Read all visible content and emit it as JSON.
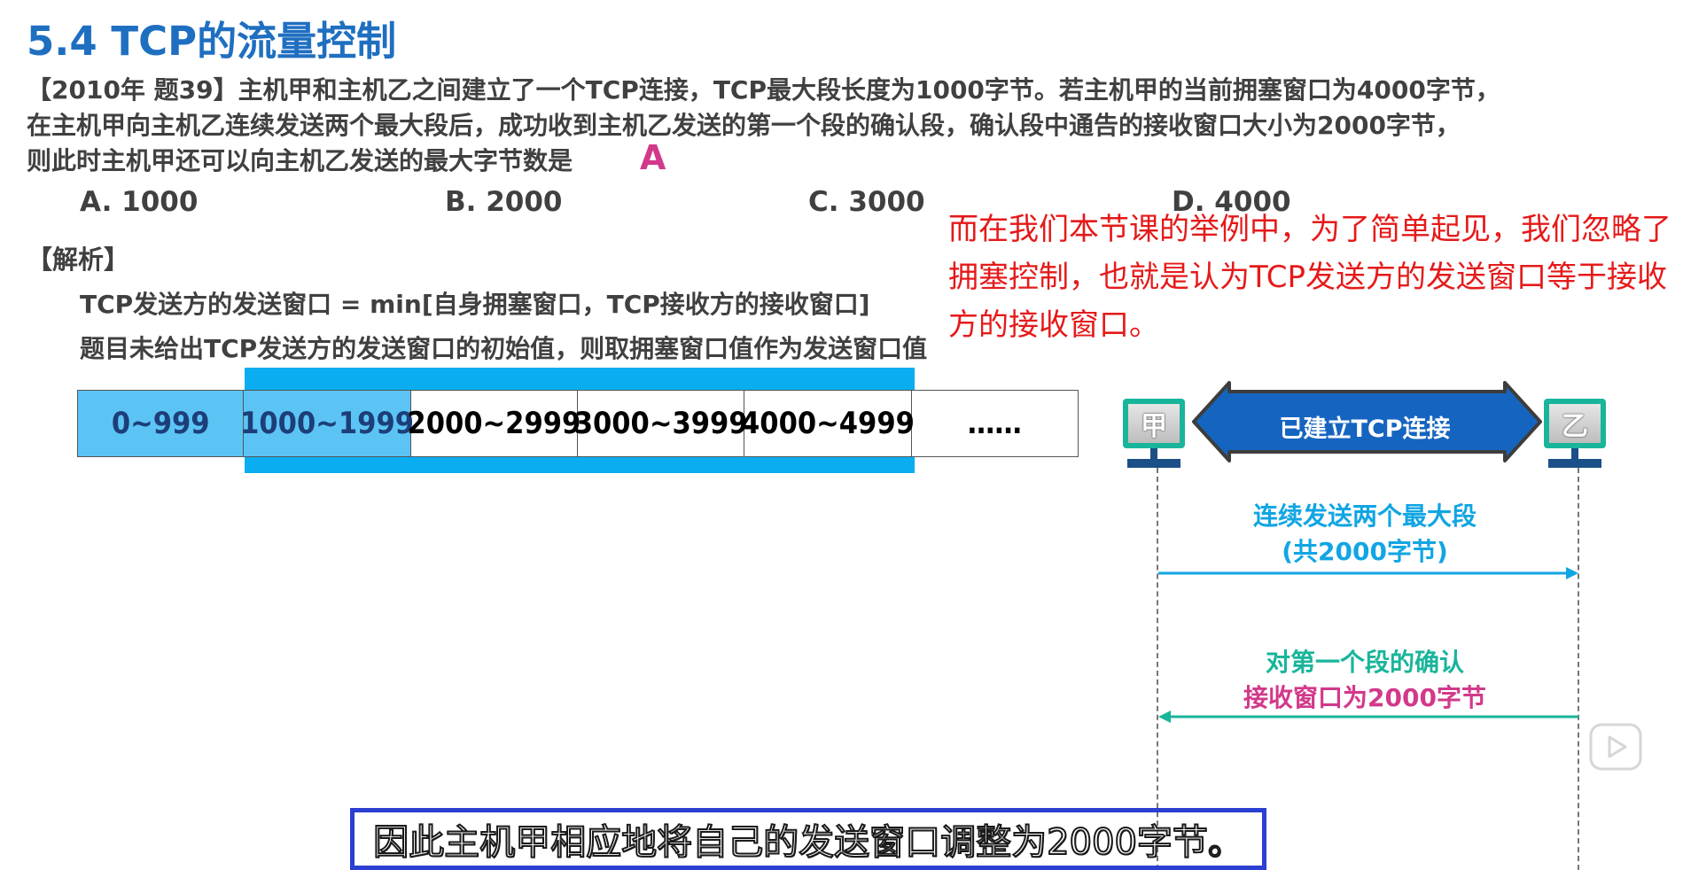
{
  "title": "5.4 TCP的流量控制",
  "question": {
    "line1": "【2010年 题39】主机甲和主机乙之间建立了一个TCP连接，TCP最大段长度为1000字节。若主机甲的当前拥塞窗口为4000字节，",
    "line2": "在主机甲向主机乙连续发送两个最大段后，成功收到主机乙发送的第一个段的确认段，确认段中通告的接收窗口大小为2000字节，",
    "line3": "则此时主机甲还可以向主机乙发送的最大字节数是",
    "answer": "A"
  },
  "options": [
    {
      "label": "A. 1000"
    },
    {
      "label": "B. 2000"
    },
    {
      "label": "C. 3000"
    },
    {
      "label": "D. 4000"
    }
  ],
  "analysis": {
    "heading": "【解析】",
    "line1": "TCP发送方的发送窗口 = min[自身拥塞窗口，TCP接收方的接收窗口]",
    "line2": "题目未给出TCP发送方的发送窗口的初始值，则取拥塞窗口值作为发送窗口值"
  },
  "note": "而在我们本节课的举例中，为了简单起见，我们忽略了拥塞控制，也就是认为TCP发送方的发送窗口等于接收方的接收窗口。",
  "sequence": [
    "0~999",
    "1000~1999",
    "2000~2999",
    "3000~3999",
    "4000~4999",
    "……"
  ],
  "diagram": {
    "host_a": "甲",
    "host_b": "乙",
    "connection": "已建立TCP连接",
    "msg1_line1": "连续发送两个最大段",
    "msg1_line2": "(共2000字节)",
    "msg2_line1": "对第一个段的确认",
    "msg2_line2": "接收窗口为2000字节"
  },
  "subtitle": "因此主机甲相应地将自己的发送窗口调整为2000字节。",
  "colors": {
    "title": "#1f6fc1",
    "answer": "#d2398a",
    "note": "#e51a1a",
    "window": "#0aaef0",
    "acked": "#5bc4f5",
    "host": "#19b59b",
    "connection": "#1565c0"
  }
}
